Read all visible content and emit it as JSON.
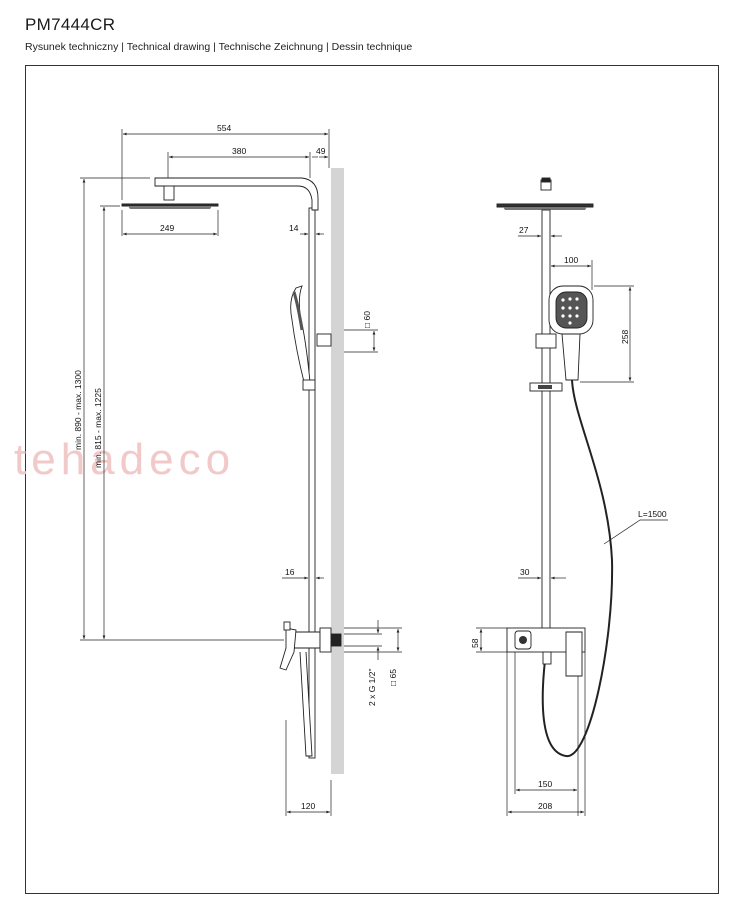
{
  "header": {
    "title": "PM7444CR",
    "subtitle": "Rysunek techniczny | Technical drawing | Technische Zeichnung | Dessin technique"
  },
  "watermark": "tehadeco",
  "left_view": {
    "d_554": "554",
    "d_380": "380",
    "d_49": "49",
    "d_249": "249",
    "d_14": "14",
    "d_60": "□ 60",
    "d_range_1": "min. 890 - max. 1300",
    "d_range_2": "min. 815 - max. 1225",
    "d_16": "16",
    "d_g12": "2 x G 1/2\"",
    "d_65": "□ 65",
    "d_120": "120"
  },
  "right_view": {
    "d_27": "27",
    "d_100": "100",
    "d_258": "258",
    "d_L": "L=1500",
    "d_30": "30",
    "d_58": "58",
    "d_150": "150",
    "d_208": "208"
  },
  "colors": {
    "wall": "#d4d4d4",
    "line": "#222222",
    "watermark": "#f2c9c9"
  }
}
